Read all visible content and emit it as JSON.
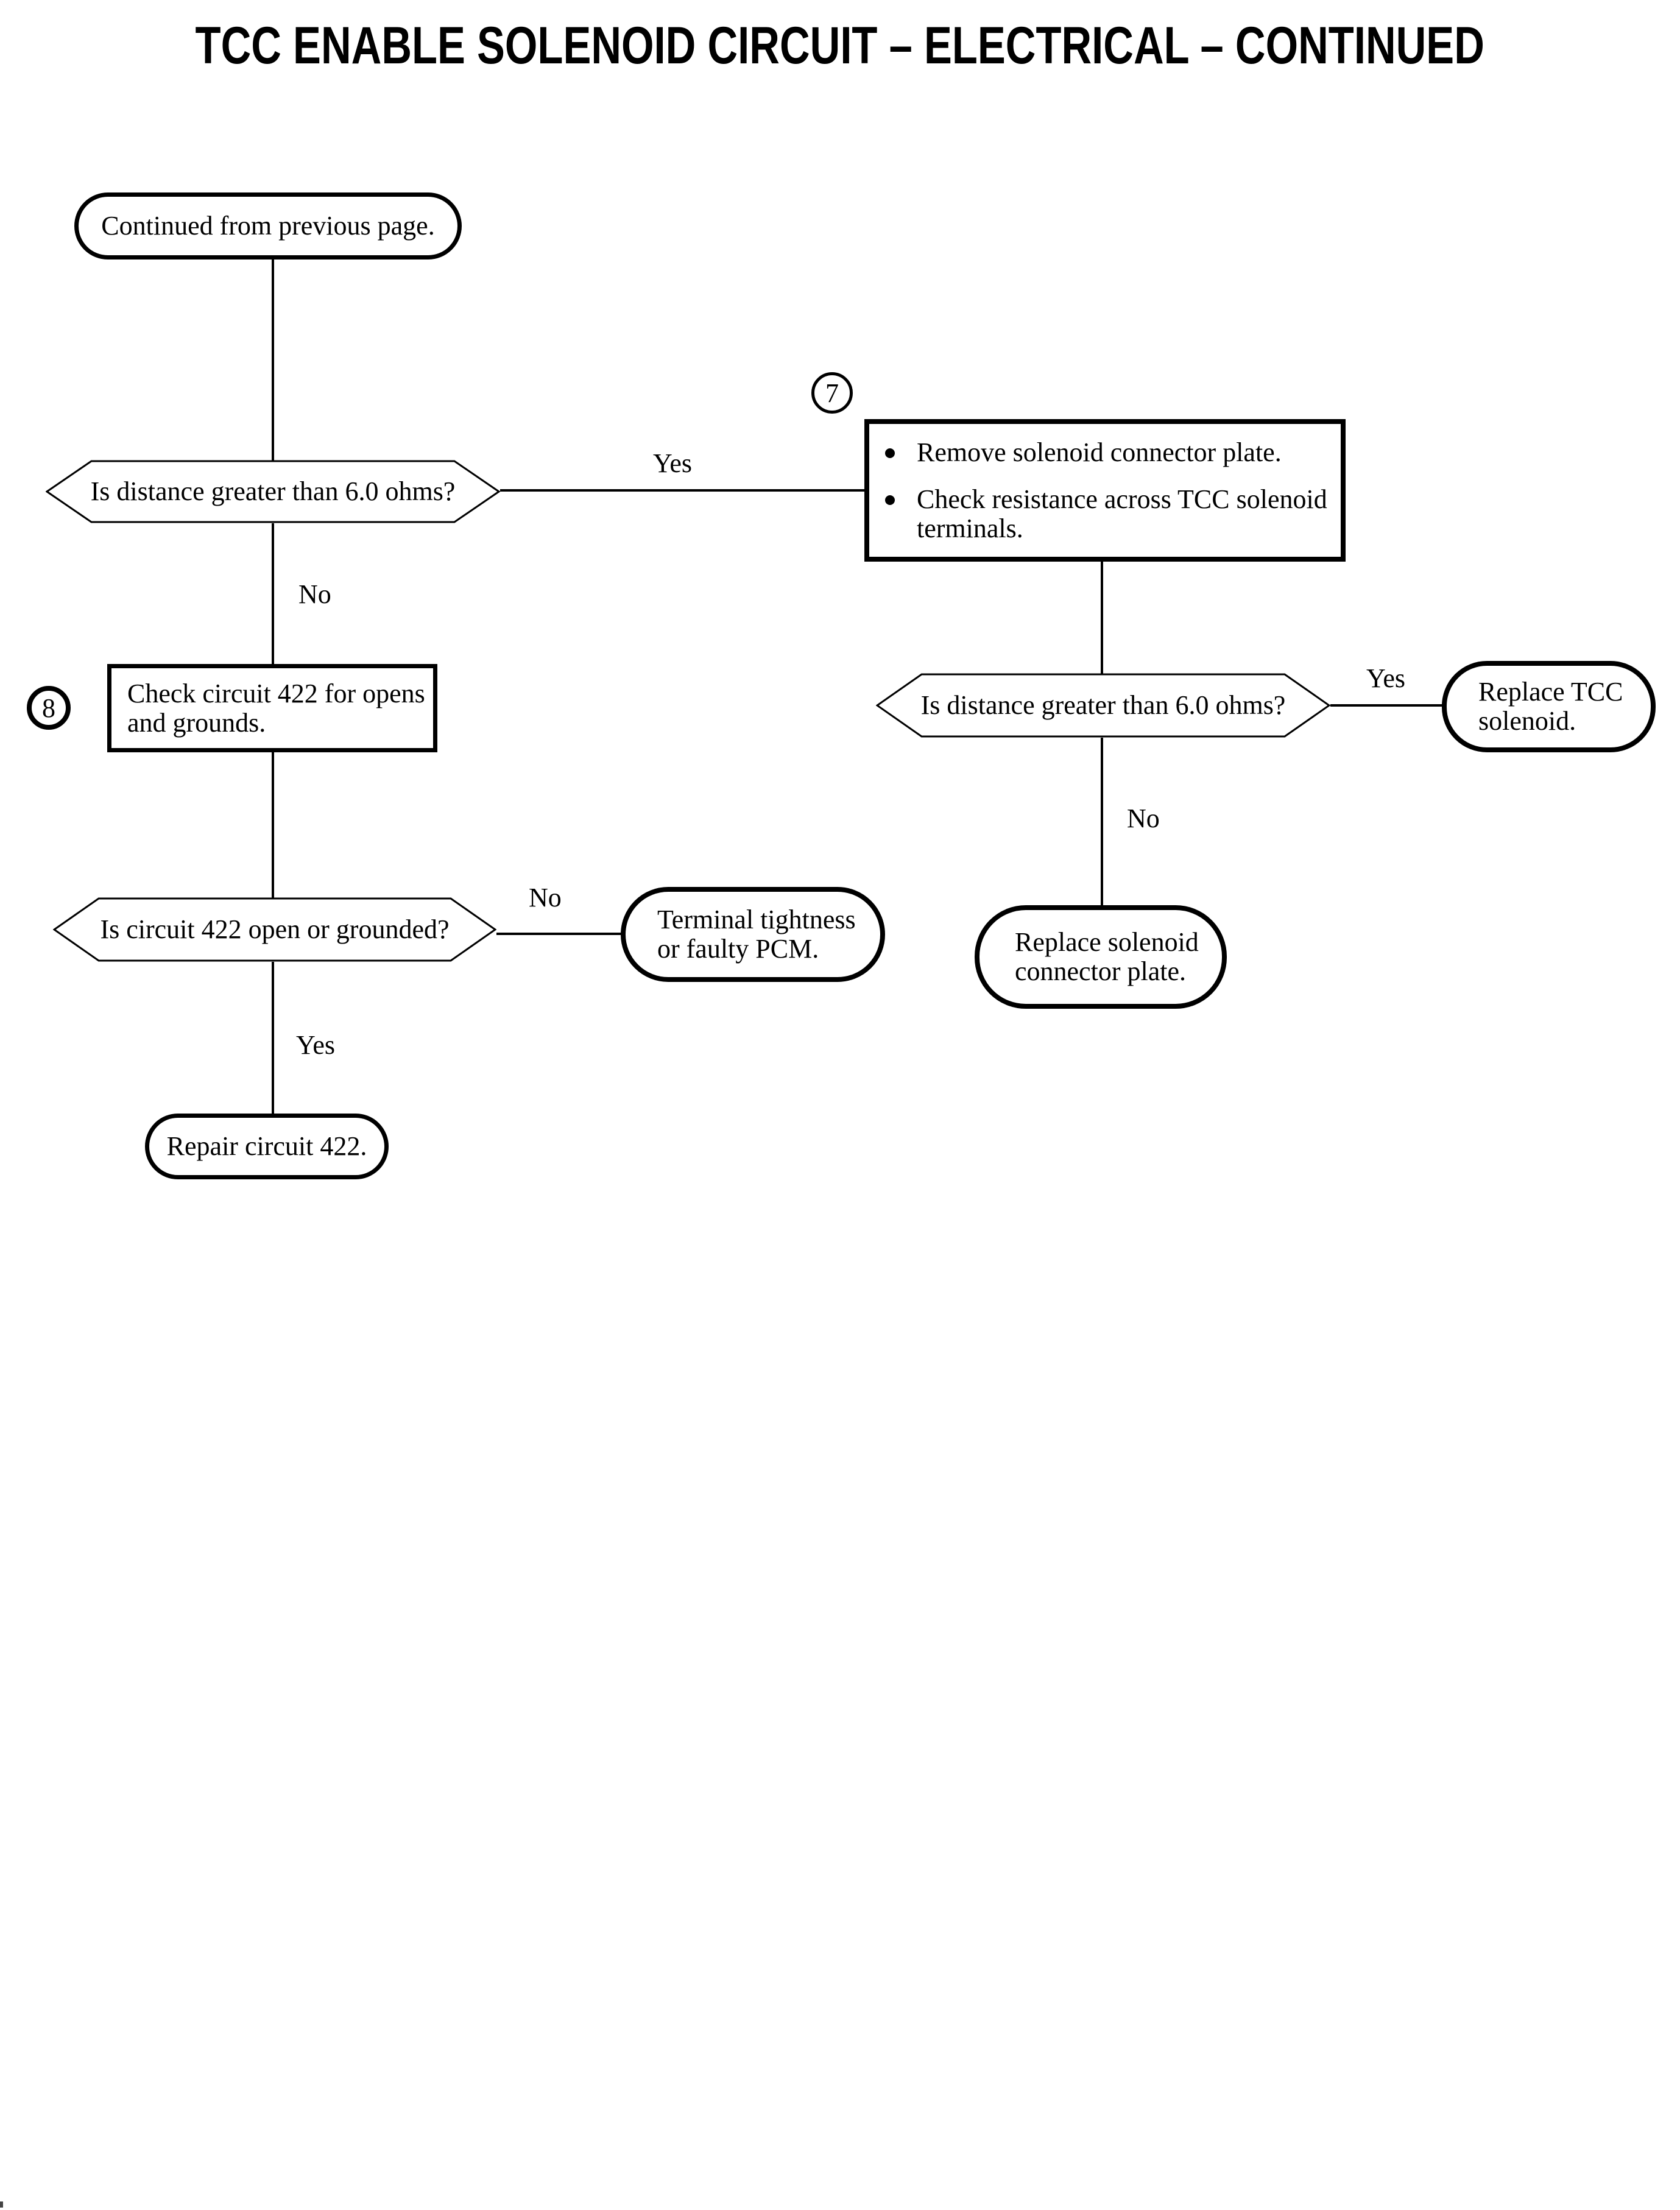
{
  "page": {
    "title": "TCC ENABLE SOLENOID CIRCUIT – ELECTRICAL – CONTINUED"
  },
  "flowchart": {
    "start": {
      "label": "Continued from previous page."
    },
    "decision_distance_1": {
      "label": "Is distance greater than 6.0 ohms?",
      "yes_label": "Yes",
      "no_label": "No"
    },
    "step_7": {
      "marker": "7",
      "bullets": [
        "Remove solenoid connector plate.",
        "Check resistance across TCC solenoid\nterminals."
      ]
    },
    "step_8": {
      "marker": "8",
      "label": "Check circuit 422 for opens\nand grounds."
    },
    "decision_distance_2": {
      "label": "Is distance greater than 6.0 ohms?",
      "yes_label": "Yes",
      "no_label": "No"
    },
    "replace_tcc_solenoid": {
      "label": "Replace TCC\nsolenoid."
    },
    "replace_connector_plate": {
      "label": "Replace solenoid\nconnector plate."
    },
    "decision_circuit_422": {
      "label": "Is circuit 422 open or grounded?",
      "yes_label": "Yes",
      "no_label": "No"
    },
    "terminal_tightness": {
      "label": "Terminal tightness\nor faulty PCM."
    },
    "repair_circuit": {
      "label": "Repair circuit 422."
    }
  }
}
